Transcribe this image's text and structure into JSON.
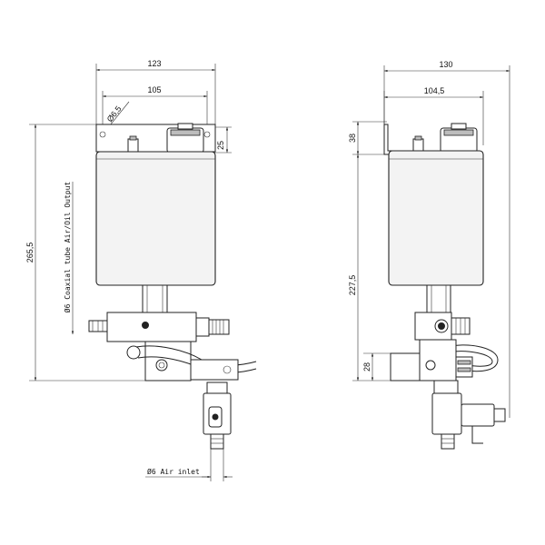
{
  "front_view": {
    "dim_overall_width": "123",
    "dim_hole_spacing": "105",
    "dim_hole_diameter": "Ø6,5",
    "dim_bracket_height": "25",
    "dim_overall_height": "265,5",
    "label_output": "Ø6 Coaxial tube Air/Oil Output",
    "label_inlet": "Ø6  Air inlet"
  },
  "side_view": {
    "dim_overall_width": "130",
    "dim_body_width": "104,5",
    "dim_bracket_height": "38",
    "dim_mount_to_bottom": "227,5",
    "dim_valve_height": "28"
  }
}
